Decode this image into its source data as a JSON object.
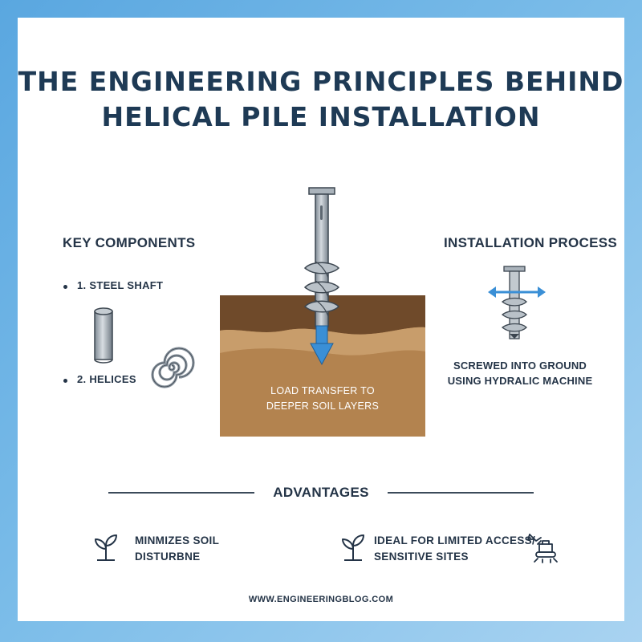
{
  "title": {
    "line1": "THE ENGINEERING PRINCIPLES BEHIND",
    "line2": "HELICAL PILE INSTALLATION"
  },
  "key_components": {
    "heading": "KEY COMPONENTS",
    "items": [
      "1. STEEL SHAFT",
      "2. HELICES"
    ]
  },
  "center": {
    "line1": "LOAD TRANSFER TO",
    "line2": "DEEPER SOIL LAYERS"
  },
  "installation": {
    "heading": "INSTALLATION PROCESS",
    "line1": "SCREWED INTO GROUND",
    "line2": "USING HYDRALIC MACHINE"
  },
  "advantages": {
    "heading": "ADVANTAGES",
    "items": [
      {
        "line1": "MINMIZES SOIL",
        "line2": "DISTURBNE",
        "icon": "seedling-icon"
      },
      {
        "line1": "IDEAL FOR LIMITED ACCESS/",
        "line2": "SENSITIVE SITES",
        "icon": "seedling-icon"
      }
    ]
  },
  "footer": "WWW.ENGINEERINGBLOG.COM",
  "colors": {
    "title": "#1e3a55",
    "steel": "#9aa4ad",
    "soil_dark": "#6f4a2a",
    "soil_mid": "#b58a5a",
    "soil_light": "#c79a68",
    "arrow": "#3a8fd6"
  }
}
